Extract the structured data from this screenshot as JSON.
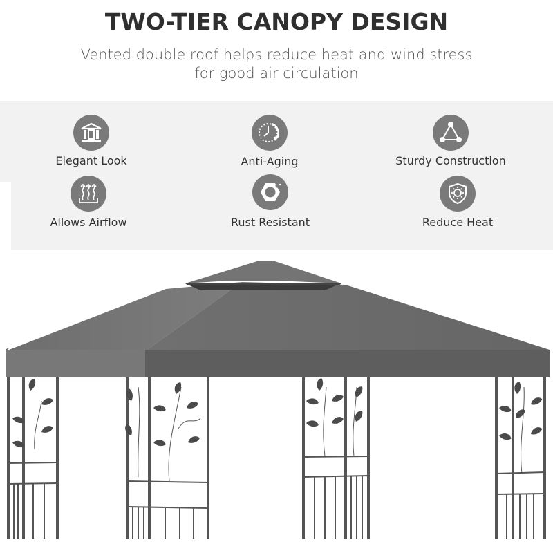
{
  "header": {
    "title": "TWO-TIER CANOPY DESIGN",
    "subtitle_line1": "Vented double roof helps reduce heat and wind stress",
    "subtitle_line2": "for good air circulation"
  },
  "features": [
    {
      "label": "Elegant Look",
      "icon": "pavilion-icon"
    },
    {
      "label": "Anti-Aging",
      "icon": "clock-arrow-icon"
    },
    {
      "label": "Sturdy Construction",
      "icon": "triangle-nodes-icon"
    },
    {
      "label": "Allows Airflow",
      "icon": "heat-waves-icon"
    },
    {
      "label": "Rust Resistant",
      "icon": "hex-nut-icon"
    },
    {
      "label": "Reduce Heat",
      "icon": "sun-shield-icon"
    }
  ],
  "colors": {
    "icon_bg": "#7a7a7a",
    "panel_bg": "#f2f2f2",
    "canopy": "#6b6b6b",
    "canopy_dark": "#5a5a5a",
    "frame": "#555555"
  },
  "illustration": {
    "subject": "gazebo-two-tier-canopy-grey"
  }
}
